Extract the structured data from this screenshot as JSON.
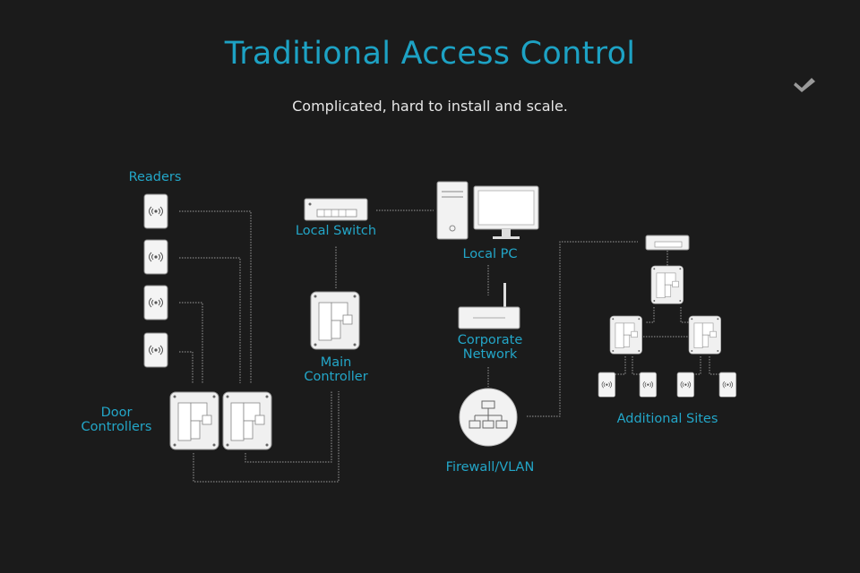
{
  "title": "Traditional Access Control",
  "subtitle": "Complicated, hard to install and scale.",
  "logo_icon": "chevron-logo-icon",
  "labels": {
    "readers": "Readers",
    "door_controllers": "Door\nControllers",
    "local_switch": "Local Switch",
    "main_controller": "Main\nController",
    "local_pc": "Local PC",
    "corporate_network": "Corporate\nNetwork",
    "firewall": "Firewall/VLAN",
    "additional_sites": "Additional Sites"
  },
  "colors": {
    "accent": "#1da2c4",
    "background": "#1b1b1b",
    "device": "#f2f2f2"
  }
}
